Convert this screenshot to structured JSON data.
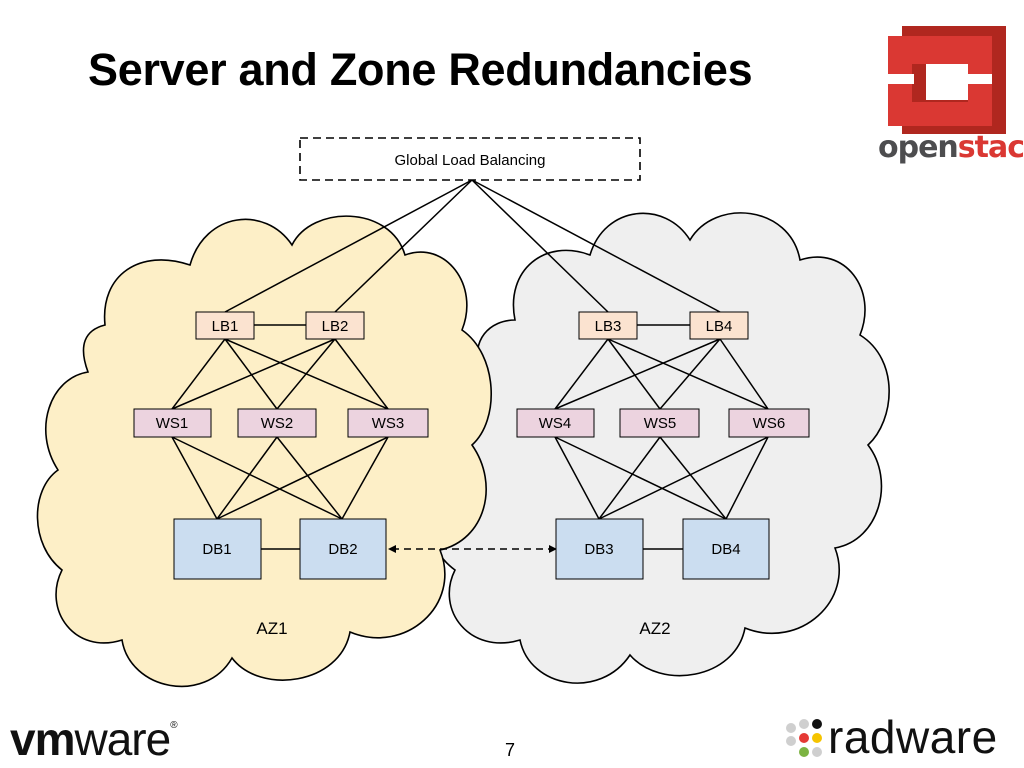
{
  "title": "Server and Zone Redundancies",
  "global_lb": "Global Load Balancing",
  "zones": [
    {
      "label": "AZ1",
      "lbs": [
        "LB1",
        "LB2"
      ],
      "ws": [
        "WS1",
        "WS2",
        "WS3"
      ],
      "dbs": [
        "DB1",
        "DB2"
      ]
    },
    {
      "label": "AZ2",
      "lbs": [
        "LB3",
        "LB4"
      ],
      "ws": [
        "WS4",
        "WS5",
        "WS6"
      ],
      "dbs": [
        "DB3",
        "DB4"
      ]
    }
  ],
  "page_number": "7",
  "logos": {
    "openstack": {
      "word_light": "open",
      "word_bold": "stack",
      "tm": "™"
    },
    "vmware": {
      "bold": "vm",
      "light": "ware",
      "reg": "®"
    },
    "radware": {
      "word": "radware"
    }
  },
  "colors": {
    "az1_fill": "#FDEFC7",
    "az2_fill": "#EFEFEF",
    "lb_fill": "#FBE3D0",
    "ws_fill": "#ECD3DF",
    "db_fill": "#CBDDF0",
    "openstack_red": "#DA3833",
    "openstack_gray": "#4D4D4F"
  }
}
